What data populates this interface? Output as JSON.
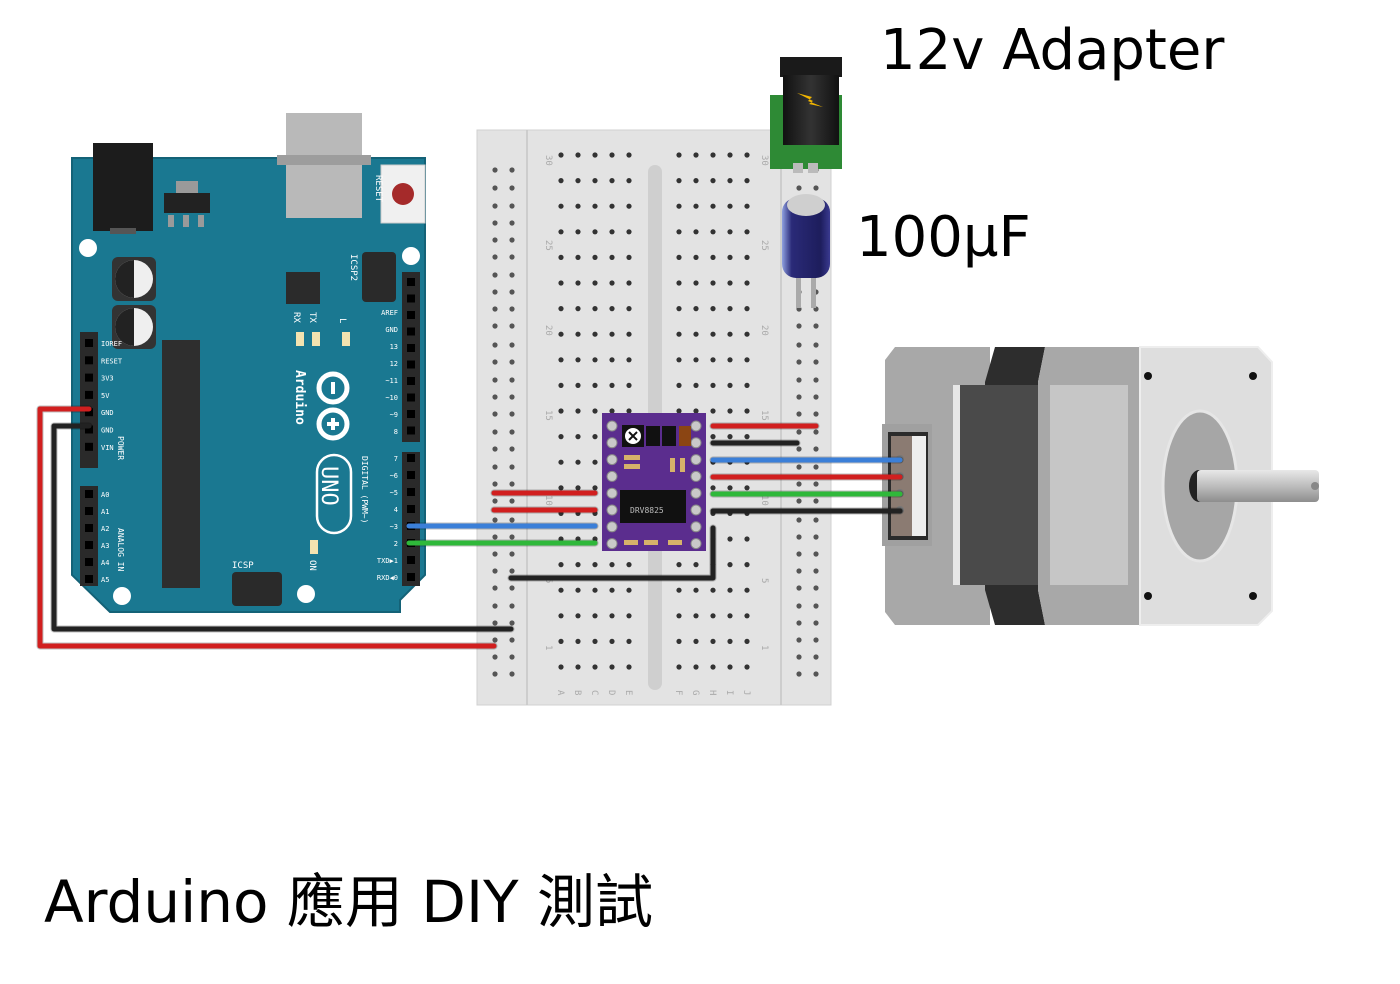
{
  "labels": {
    "adapter": "12v Adapter",
    "capacitor": "100µF",
    "title": "Arduino 應用  DIY  測試"
  },
  "arduino": {
    "model": "UNO",
    "brand": "Arduino",
    "reset_label": "RESET",
    "icsp_label": "ICSP",
    "icsp2_label": "ICSP2",
    "led_labels": [
      "RX",
      "TX",
      "L"
    ],
    "on_label": "ON",
    "power_header_label": "POWER",
    "analog_header_label": "ANALOG IN",
    "digital_header_label": "DIGITAL (PWM~)",
    "power_pins": [
      "IOREF",
      "RESET",
      "3V3",
      "5V",
      "GND",
      "GND",
      "VIN"
    ],
    "analog_pins": [
      "A0",
      "A1",
      "A2",
      "A3",
      "A4",
      "A5"
    ],
    "digital_pins_top": [
      "AREF",
      "GND",
      "13",
      "12",
      "~11",
      "~10",
      "~9",
      "8"
    ],
    "digital_pins_bottom": [
      "7",
      "~6",
      "~5",
      "4",
      "~3",
      "2",
      "TXD▶1",
      "RXD◀0"
    ]
  },
  "breadcrumb_board": {
    "row_numbers": [
      "30",
      "25",
      "20",
      "15",
      "10",
      "5",
      "1"
    ],
    "col_letters_left": [
      "A",
      "B",
      "C",
      "D",
      "E"
    ],
    "col_letters_right": [
      "F",
      "G",
      "H",
      "I",
      "J"
    ]
  },
  "driver": {
    "name": "DRV8825",
    "color": "#5b2d8e"
  },
  "power_jack": {
    "icon": "lightning-icon"
  },
  "wire_colors": {
    "red": "#d11f1f",
    "black": "#222222",
    "blue": "#3b7fd8",
    "green": "#2fb83a"
  },
  "connections": [
    {
      "from": "Arduino 5V",
      "to": "breadboard power rail (+)",
      "color": "red"
    },
    {
      "from": "Arduino GND",
      "to": "breadboard power rail (-)",
      "color": "black"
    },
    {
      "from": "Arduino D3",
      "to": "DRV8825 STEP",
      "color": "blue"
    },
    {
      "from": "Arduino D2",
      "to": "DRV8825 DIR",
      "color": "green"
    },
    {
      "from": "DRV8825 RST",
      "to": "DRV8825 SLP",
      "color": "red"
    },
    {
      "from": "DRV8825 VMOT",
      "to": "12V rail",
      "color": "red"
    },
    {
      "from": "DRV8825 GND",
      "to": "GND rail",
      "color": "black"
    },
    {
      "from": "DRV8825 B2",
      "to": "Motor coil",
      "color": "blue"
    },
    {
      "from": "DRV8825 B1",
      "to": "Motor coil",
      "color": "red"
    },
    {
      "from": "DRV8825 A1",
      "to": "Motor coil",
      "color": "green"
    },
    {
      "from": "DRV8825 A2",
      "to": "Motor coil",
      "color": "black"
    },
    {
      "from": "DRV8825 GND (logic)",
      "to": "GND rail",
      "color": "black"
    }
  ]
}
